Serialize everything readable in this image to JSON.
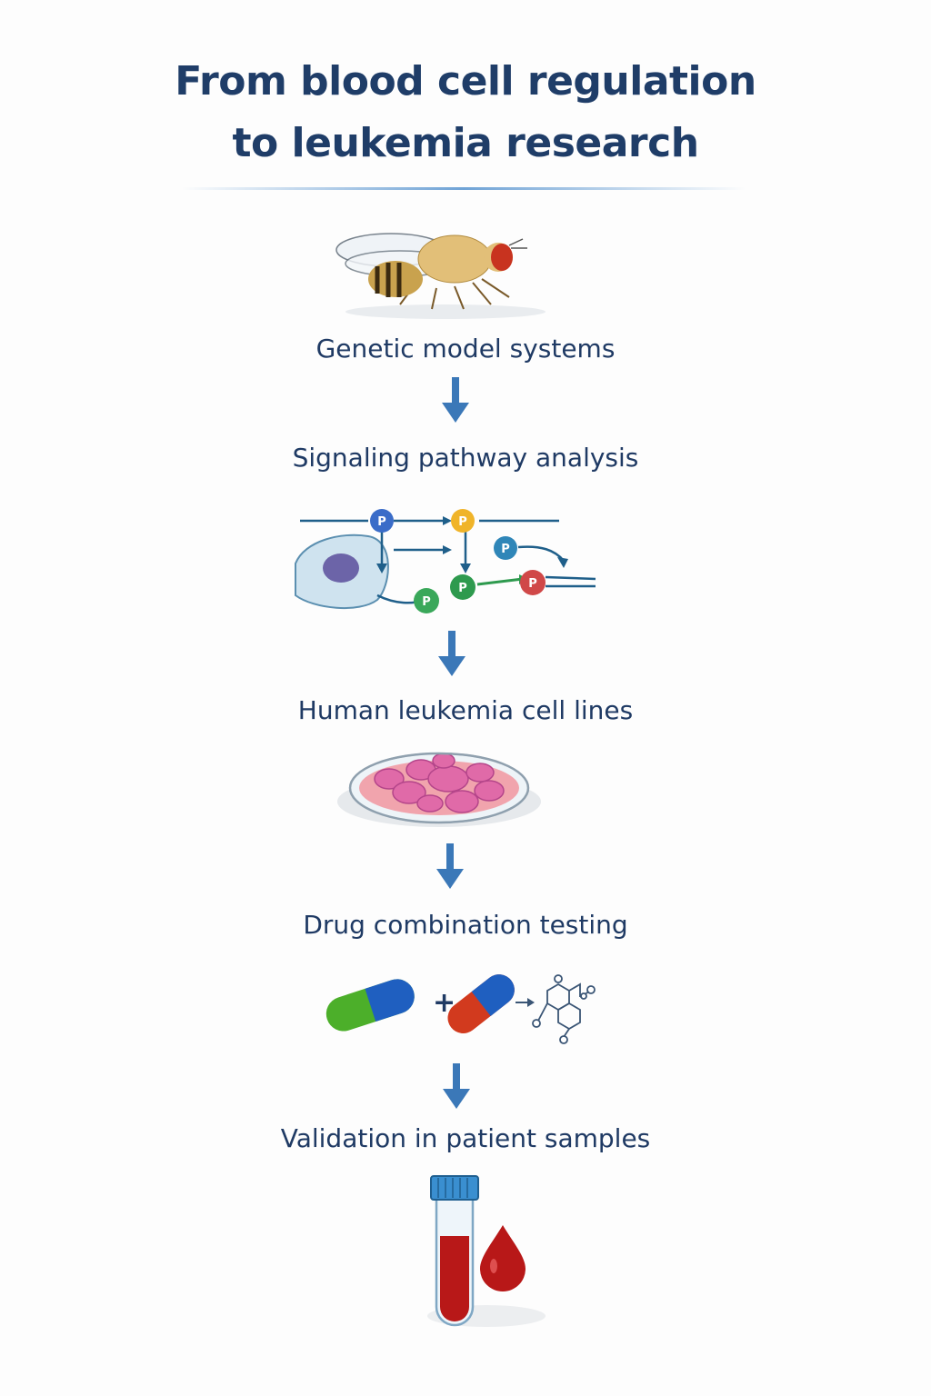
{
  "title": {
    "line1": "From blood cell regulation",
    "line2": "to leukemia research"
  },
  "steps": [
    {
      "label": "Genetic model systems",
      "icon": "fruit-fly-icon"
    },
    {
      "label": "Signaling pathway analysis",
      "icon": "signaling-pathway-icon"
    },
    {
      "label": "Human leukemia cell lines",
      "icon": "petri-dish-icon"
    },
    {
      "label": "Drug combination testing",
      "icon": "drug-combination-icon"
    },
    {
      "label": "Validation in patient samples",
      "icon": "blood-sample-tube-icon"
    }
  ],
  "pathway": {
    "node_label": "P",
    "plus": "+"
  },
  "colors": {
    "title": "#1f3d68",
    "arrow": "#3b78b8",
    "node_blue": "#3a6cc8",
    "node_yellow": "#f0b429",
    "node_teal": "#2f86b8",
    "node_green": "#2e9a4e",
    "node_red": "#d04848"
  }
}
